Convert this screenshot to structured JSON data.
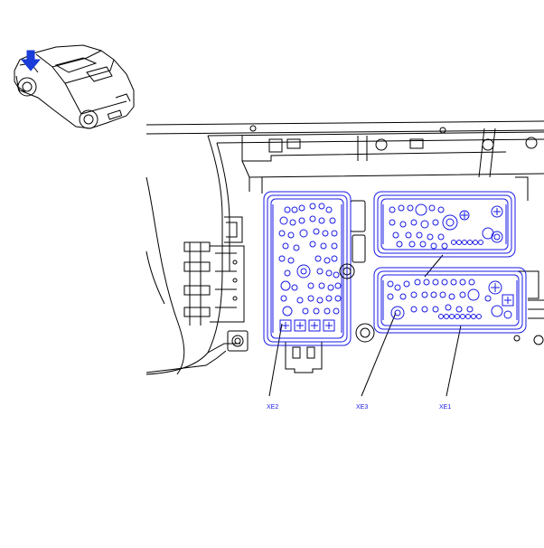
{
  "diagram": {
    "labels": {
      "xe2": "XE2",
      "xe3": "XE3",
      "xe1": "XE1"
    },
    "colors": {
      "line_art": "#000000",
      "connector": "#1a1ae6",
      "label": "#1a1ae6",
      "location_arrow": "#1a3cd8",
      "background": "#ffffff"
    },
    "icons": {
      "vehicle": "hatchback-car-icon",
      "location_marker": "down-arrow-icon"
    }
  }
}
